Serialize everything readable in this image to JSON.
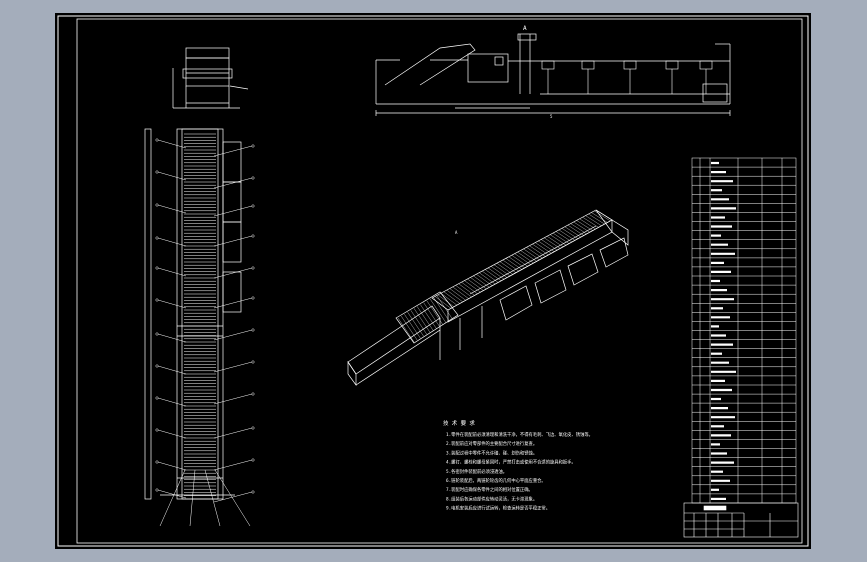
{
  "colors": {
    "viewport_background": "#a4adbb",
    "sheet_background": "#000000",
    "line": "#ffffff",
    "table_text": "#ffffff"
  },
  "front_view": {
    "marker": "A",
    "overall_length_dim": "5"
  },
  "notes": {
    "title": "技 术 要 求",
    "items": [
      "1.零件在装配前必须清理和清洗干净，不得有毛刺、飞边、氧化皮、锈蚀等。",
      "2.装配前应对零部件的主要配合尺寸进行复查。",
      "3.装配过程中零件不允许磕、碰、划伤和锈蚀。",
      "4.螺钉、螺栓和螺母紧固时，严禁打击或使用不合适的旋具和扳手。",
      "5.各密封件装配前必须浸透油。",
      "6.链轮装配后，两链轮轮齿的几何中心平面应重合。",
      "7.装配时应确保各零件之间的相对位置正确。",
      "8.组装后各运动部件应转动灵活，无卡滞现象。",
      "9.电机安装后应进行试运转，检查运转是否平稳正常。"
    ]
  },
  "parts_table": {
    "rows": 38,
    "columns": 5
  },
  "title_block": {
    "rows": 4,
    "columns": 7
  }
}
